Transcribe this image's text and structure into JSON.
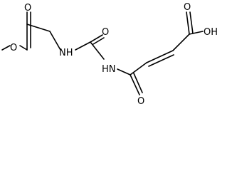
{
  "molecule": {
    "atoms": {
      "o_methoxy": "O",
      "o_ester_carbonyl": "O",
      "nh_glycine": "NH",
      "o_urea": "O",
      "nh_imide": "HN",
      "o_amide": "O",
      "o_acid_carbonyl": "O",
      "oh_acid": "OH"
    }
  },
  "colors": {
    "bond": "#000000",
    "text": "#000000",
    "background": "#ffffff"
  }
}
